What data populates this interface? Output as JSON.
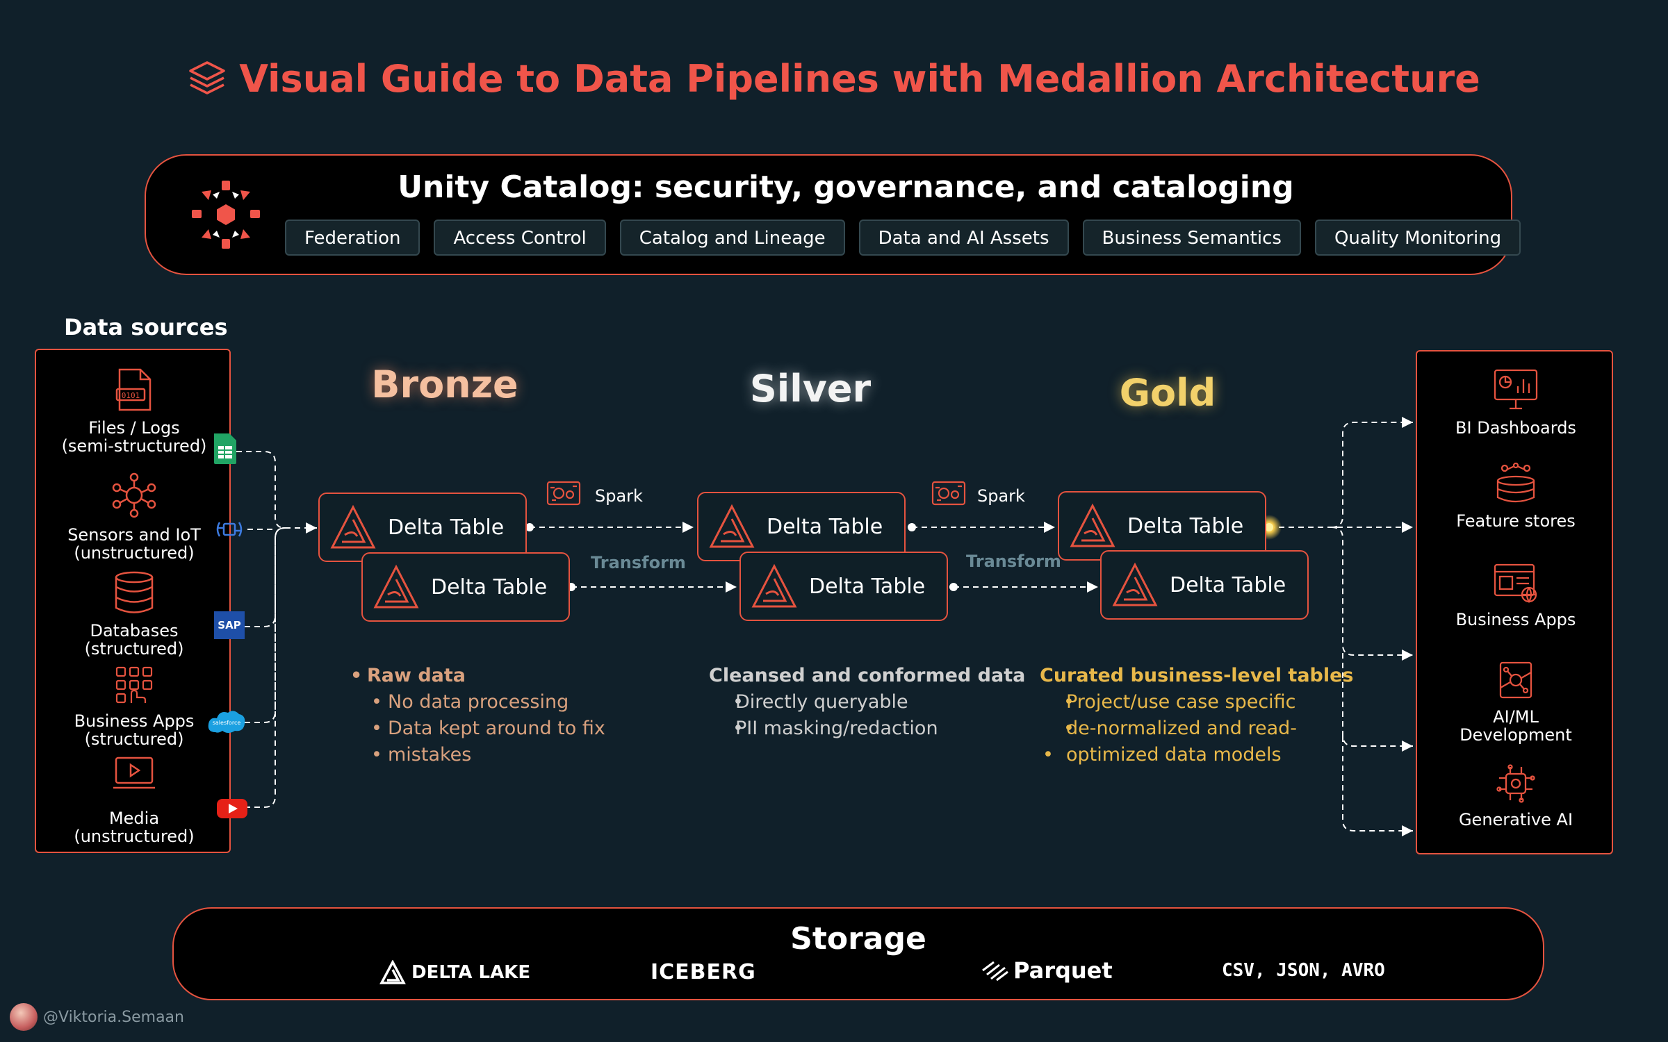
{
  "title": "Visual Guide to Data Pipelines with Medallion Architecture",
  "catalog": {
    "title": "Unity Catalog: security, governance, and cataloging",
    "pills": [
      "Federation",
      "Access Control",
      "Catalog and Lineage",
      "Data and AI Assets",
      "Business Semantics",
      "Quality Monitoring"
    ]
  },
  "sources": {
    "title": "Data sources",
    "items": [
      {
        "line1": "Files / Logs",
        "line2": "(semi-structured)",
        "icon": "file-binary-icon"
      },
      {
        "line1": "Sensors and IoT",
        "line2": "(unstructured)",
        "icon": "network-hub-icon"
      },
      {
        "line1": "Databases",
        "line2": "(structured)",
        "icon": "database-icon"
      },
      {
        "line1": "Business Apps",
        "line2": "(structured)",
        "icon": "apps-grid-icon"
      },
      {
        "line1": "Media",
        "line2": "(unstructured)",
        "icon": "video-monitor-icon"
      }
    ],
    "logos": [
      "google-sheets-logo",
      "iot-device-logo",
      "SAP",
      "salesforce",
      "youtube-logo"
    ]
  },
  "layers": {
    "bronze": "Bronze",
    "silver": "Silver",
    "gold": "Gold",
    "table_label": "Delta Table",
    "spark": "Spark",
    "transform": "Transform"
  },
  "descriptions": {
    "bronze": {
      "heading": "Raw data",
      "items": [
        "No data processing",
        "Data kept around to fix",
        "mistakes"
      ]
    },
    "silver": {
      "heading": "Cleansed and conformed data",
      "items": [
        "Directly queryable",
        "PII masking/redaction"
      ]
    },
    "gold": {
      "heading": "Curated business-level tables",
      "items": [
        "Project/use case specific",
        "de-normalized and read-",
        "optimized data models"
      ]
    }
  },
  "consumers": {
    "items": [
      {
        "label": "BI Dashboards",
        "icon": "dashboard-icon"
      },
      {
        "label": "Feature stores",
        "icon": "database-network-icon"
      },
      {
        "label": "Business Apps",
        "icon": "app-window-icon"
      },
      {
        "line1": "AI/ML",
        "line2": "Development",
        "icon": "ai-chip-icon"
      },
      {
        "label": "Generative AI",
        "icon": "neural-chip-icon"
      }
    ]
  },
  "storage": {
    "title": "Storage",
    "formats": [
      "DELTA LAKE",
      "ICEBERG",
      "Parquet",
      "CSV, JSON, AVRO"
    ]
  },
  "credit": "@Viktoria.Semaan",
  "colors": {
    "background": "#10202a",
    "accent": "#e5533f",
    "title": "#f0554a",
    "bronze_text": "#d9a17e",
    "silver_text": "#cfcfcf",
    "gold_text": "#e8b84a"
  }
}
